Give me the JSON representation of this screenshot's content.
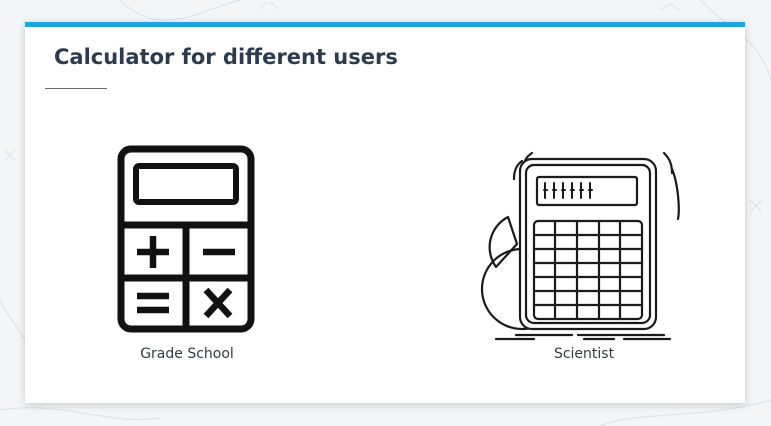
{
  "slide": {
    "title": "Calculator for different users",
    "accent_color": "#1ba8d6",
    "title_color": "#2e3b4e",
    "users": [
      {
        "icon": "calculator-basic-icon",
        "label": "Grade School"
      },
      {
        "icon": "scientist-calculator-chart-icon",
        "label": "Scientist"
      }
    ]
  }
}
